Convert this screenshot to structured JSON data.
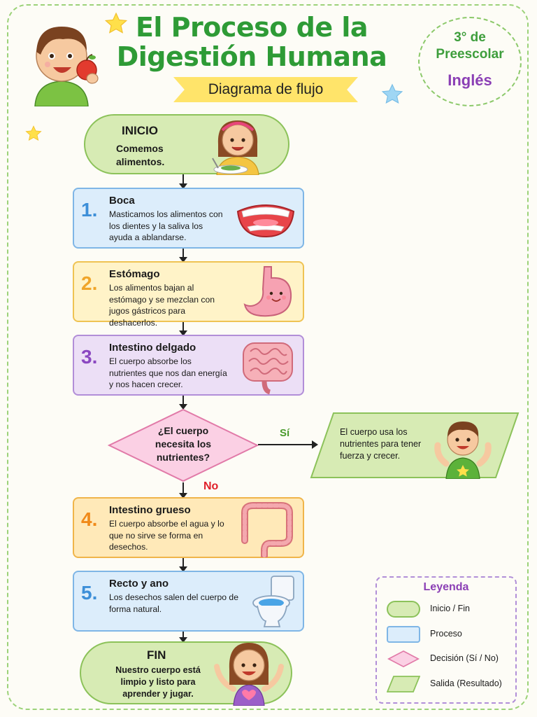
{
  "header": {
    "title_line1": "El Proceso de la",
    "title_line2": "Digestión Humana",
    "subtitle": "Diagrama de flujo",
    "grade": "3° de Preescolar",
    "subject": "Inglés"
  },
  "flow": {
    "start": {
      "title": "INICIO",
      "text": "Comemos alimentos."
    },
    "steps": [
      {
        "num": "1.",
        "title": "Boca",
        "text": "Masticamos los alimentos con los dientes y la saliva los ayuda a ablandarse.",
        "color": "#3d8fd8"
      },
      {
        "num": "2.",
        "title": "Estómago",
        "text": "Los alimentos bajan al estómago y se mezclan con jugos gástricos para deshacerlos.",
        "color": "#f0a52a"
      },
      {
        "num": "3.",
        "title": "Intestino delgado",
        "text": "El cuerpo absorbe los nutrientes que nos dan energía y nos hacen crecer.",
        "color": "#8b48c1"
      },
      {
        "num": "4.",
        "title": "Intestino grueso",
        "text": "El cuerpo absorbe el agua y lo que no sirve se forma en desechos.",
        "color": "#f08a1a"
      },
      {
        "num": "5.",
        "title": "Recto y ano",
        "text": "Los desechos salen del cuerpo de forma natural.",
        "color": "#3d8fd8"
      }
    ],
    "decision": {
      "text": "¿El cuerpo necesita los nutrientes?",
      "yes": "Sí",
      "no": "No"
    },
    "output": {
      "text": "El cuerpo usa los nutrientes para tener fuerza y crecer."
    },
    "end": {
      "title": "FIN",
      "text": "Nuestro cuerpo está limpio y listo para aprender y jugar."
    }
  },
  "legend": {
    "title": "Leyenda",
    "items": [
      "Inicio / Fin",
      "Proceso",
      "Decisión (Sí / No)",
      "Salida (Resultado)"
    ]
  },
  "colors": {
    "title_green": "#2e9b36",
    "accent_purple": "#8b3fb5",
    "yes_green": "#4a9a2c",
    "no_red": "#e0202a"
  }
}
